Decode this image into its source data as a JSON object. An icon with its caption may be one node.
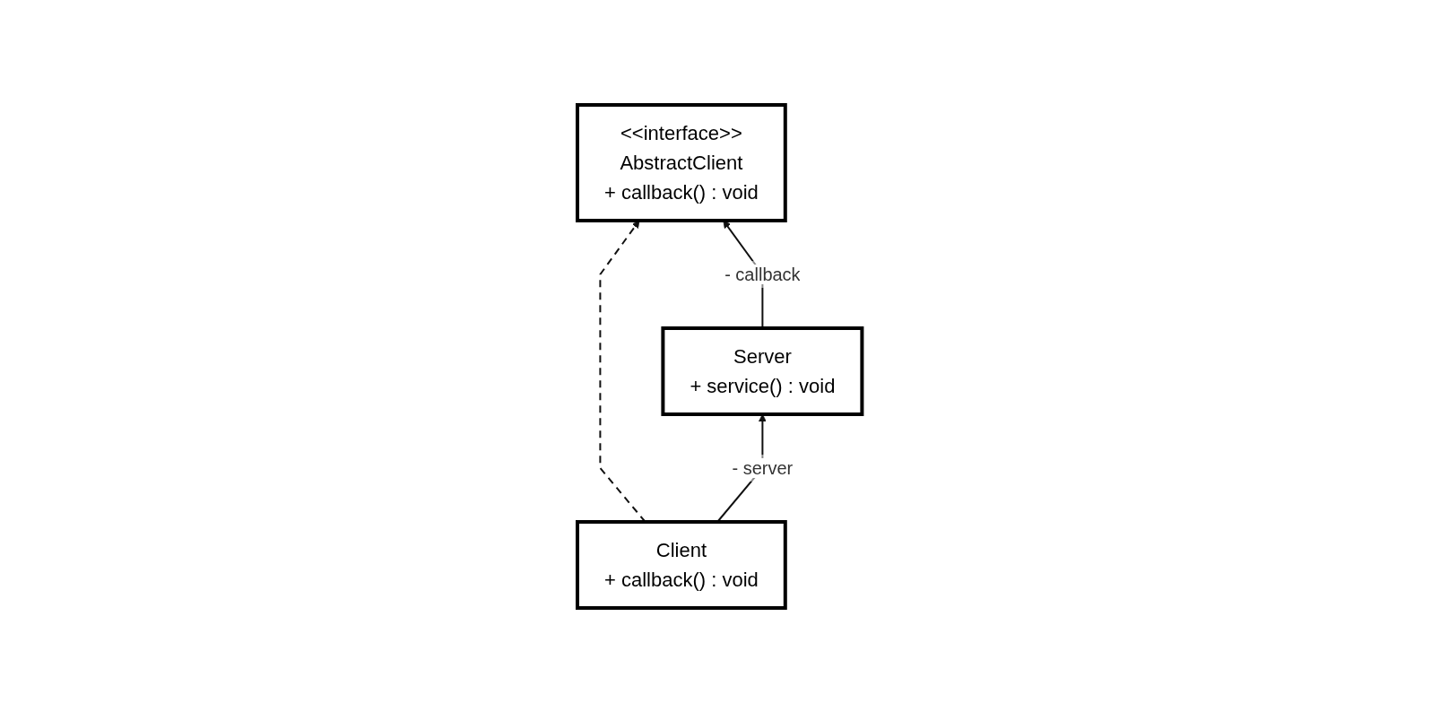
{
  "diagram": {
    "nodes": [
      {
        "text": [
          "<<interface>>",
          "AbstractClient",
          "+ callback() : void"
        ]
      },
      {
        "text": [
          "Client",
          "+ callback() : void"
        ]
      },
      {
        "text": [
          "Server",
          "+ service() : void"
        ]
      }
    ],
    "edges": [
      {
        "from": 1,
        "to": 0,
        "arrow": "to",
        "style": "dashed"
      },
      {
        "from": 2,
        "to": 0,
        "arrow": "to",
        "label": "- callback"
      },
      {
        "from": 1,
        "to": 2,
        "arrow": "to",
        "label": "- server"
      }
    ]
  }
}
